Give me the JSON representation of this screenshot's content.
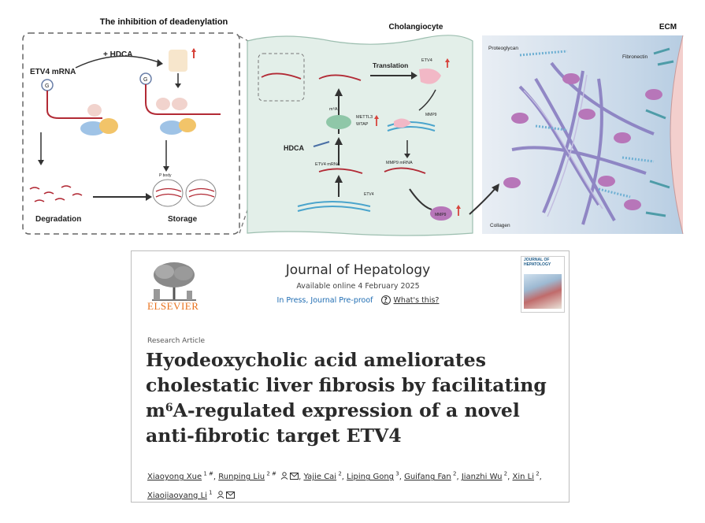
{
  "graphical_abstract": {
    "panel1_title": "The inhibition of deadenylation",
    "panel2_title": "Cholangiocyte",
    "panel3_title": "ECM",
    "labels": {
      "etv4_mrna": "ETV4 mRNA",
      "hdca_plus": "+ HDCA",
      "degradation": "Degradation",
      "storage": "Storage",
      "translation": "Translation",
      "hdca": "HDCA",
      "proteoglycan": "Proteoglycan",
      "fibronectin": "Fibronectin",
      "collagen": "Collagen",
      "m6a": "m⁶A",
      "metttl3": "METTL3",
      "wtap": "WTAP",
      "etv4": "ETV4",
      "mmp9": "MMP9",
      "mmp9_mrna": "MMP9 mRNA",
      "etv4_mrna_small": "ETV4 mRNA",
      "p_body": "P body"
    },
    "colors": {
      "frame": "#555555",
      "cell_fill": "#e6f1ec",
      "ecm_fill": "#dbe6f0",
      "rna": "#b22a35",
      "collagen": "#7f72b5",
      "mmp9": "#b776b9",
      "proteoglycan": "#6fb0d3",
      "up_arrow": "#d7443c"
    }
  },
  "card": {
    "publisher": "ELSEVIER",
    "journal_title": "Journal of Hepatology",
    "available": "Available online 4 February 2025",
    "status": "In Press, Journal Pre-proof",
    "help_icon": "?",
    "help_link": "What's this?",
    "cover_title": "JOURNAL OF HEPATOLOGY",
    "article_type": "Research Article",
    "title_part1": "Hyodeoxycholic acid ameliorates cholestatic liver fibrosis by facilitating m",
    "title_sup": "6",
    "title_part2": "A-regulated expression of a novel anti-fibrotic target ETV4",
    "authors": [
      {
        "name": "Xiaoyong Xue",
        "aff": "1 #"
      },
      {
        "name": "Runping Liu",
        "aff": "2 #"
      },
      {
        "name": "Yajie Cai",
        "aff": "2"
      },
      {
        "name": "Liping Gong",
        "aff": "3"
      },
      {
        "name": "Guifang Fan",
        "aff": "2"
      },
      {
        "name": "Jianzhi Wu",
        "aff": "2"
      },
      {
        "name": "Xin Li",
        "aff": "2"
      },
      {
        "name": "Xiaojiaoyang Li",
        "aff": "1"
      }
    ]
  }
}
